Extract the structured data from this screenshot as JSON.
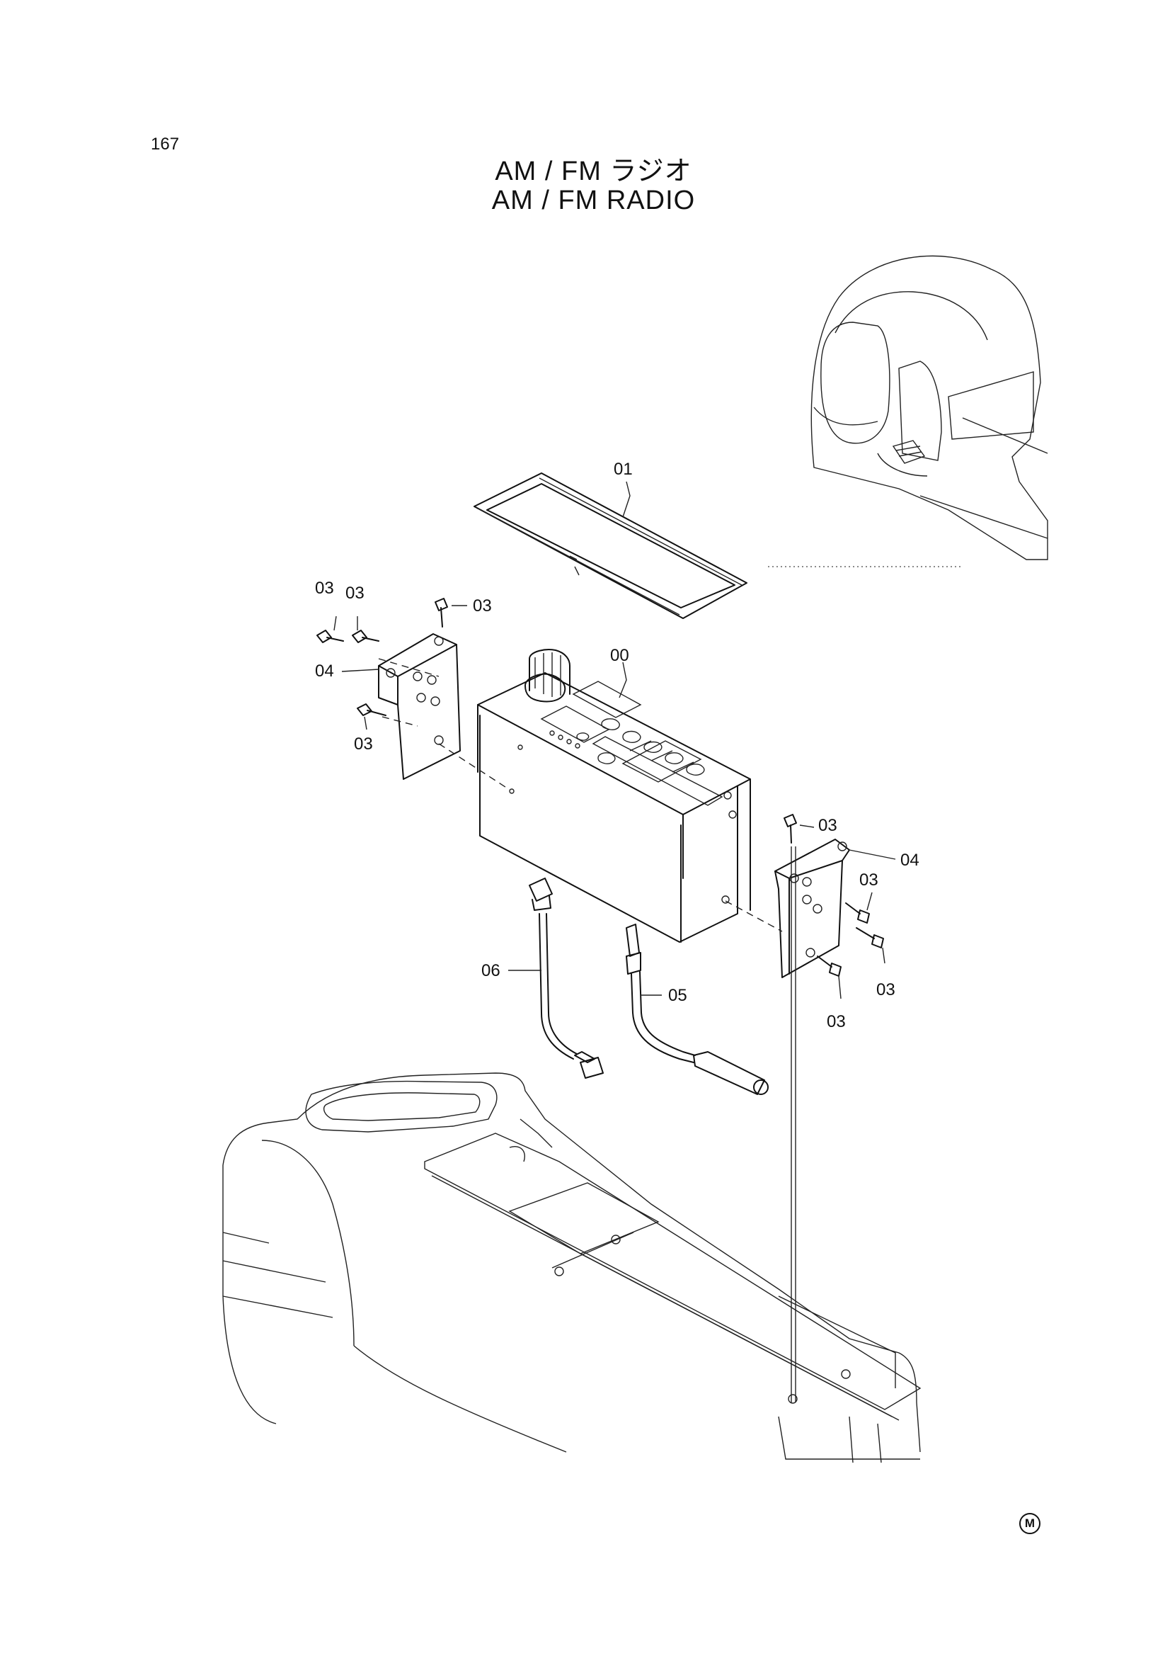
{
  "page_number": "167",
  "title_jp": "AM / FM ラジオ",
  "title_en": "AM / FM  RADIO",
  "callouts": {
    "radio": "00",
    "gasket": "01",
    "bolt": "03",
    "bracket": "04",
    "antenna_cable": "05",
    "harness": "06"
  },
  "mark": "M"
}
